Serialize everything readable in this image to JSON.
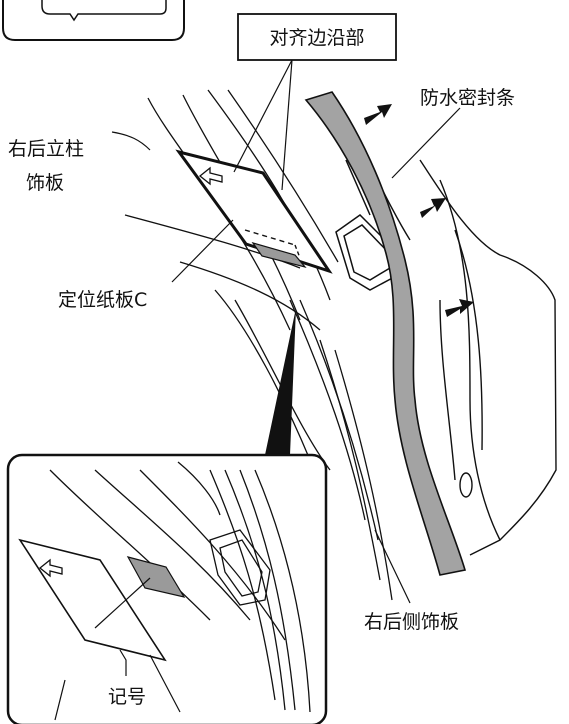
{
  "labels": {
    "align_edge": "对齐边沿部",
    "waterproof_seal": "防水密封条",
    "right_rear_pillar_trim_line1": "右后立柱",
    "right_rear_pillar_trim_line2": "饰板",
    "positioning_board": "定位纸板C",
    "right_rear_side_trim": "右后侧饰板",
    "mark": "记号"
  },
  "icons": {
    "pull_arrow": "arrow-right-icon",
    "board_direction": "hollow-arrow-icon"
  },
  "colors": {
    "line": "#111111",
    "seal_fill": "#a3a3a3",
    "mark_fill": "#9a9a9a",
    "background": "#ffffff"
  }
}
